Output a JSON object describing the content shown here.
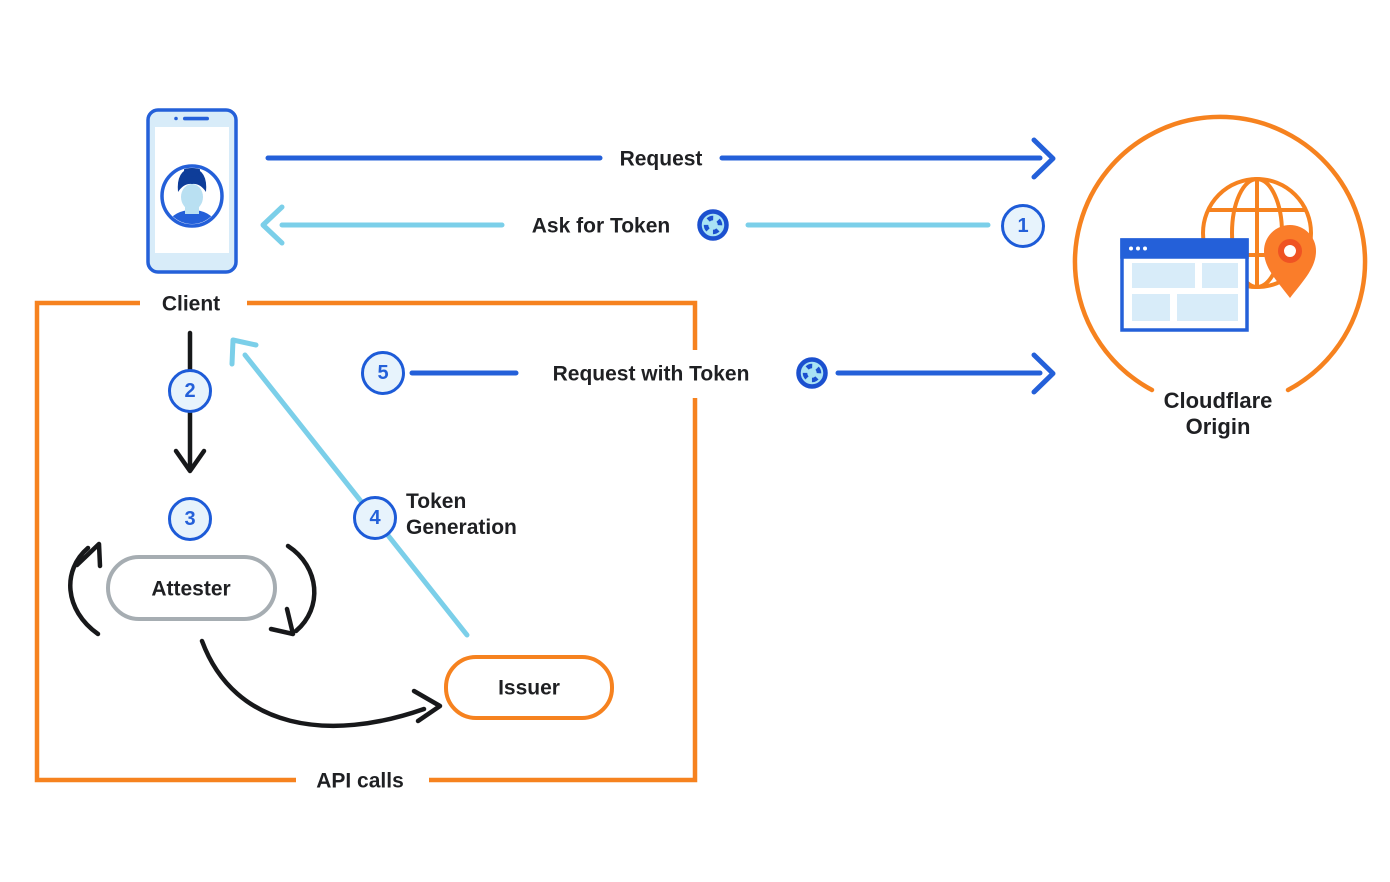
{
  "diagram": {
    "labels": {
      "client": "Client",
      "request": "Request",
      "ask_for_token": "Ask for Token",
      "request_with_token": "Request with Token",
      "token_generation_line1": "Token",
      "token_generation_line2": "Generation",
      "cloudflare_origin_line1": "Cloudflare",
      "cloudflare_origin_line2": "Origin",
      "api_calls": "API calls",
      "attester": "Attester",
      "issuer": "Issuer"
    },
    "steps": [
      "1",
      "2",
      "3",
      "4",
      "5"
    ],
    "icons": {
      "client_device": "smartphone-icon",
      "client_user": "user-avatar-icon",
      "token": "token-icon",
      "origin_globe": "globe-icon",
      "origin_browser": "browser-window-icon",
      "origin_pin": "location-pin-icon"
    },
    "colors": {
      "dark_blue": "#2460d9",
      "light_blue": "#7bcfe9",
      "orange": "#f6821f",
      "pale_blue_fill": "#d8ecf9",
      "step_circle_fill": "#e7f3fc",
      "attester_gray": "#a6adb2",
      "text_black": "#1f2023",
      "pin_orange": "#fa7d2a",
      "pin_ring": "#ef5323"
    }
  }
}
